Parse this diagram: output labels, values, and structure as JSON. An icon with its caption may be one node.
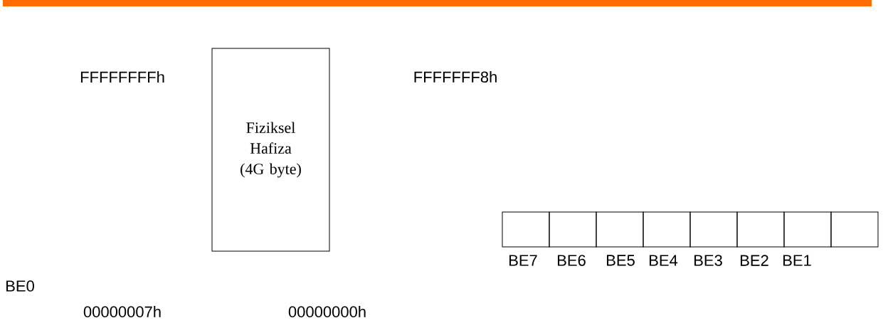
{
  "diagram": {
    "nodes": [
      {
        "text": [
          "Fiziksel Hafiza (4G byte)"
        ]
      },
      {
        "text": [],
        "shape": "box"
      },
      {
        "text": [],
        "shape": "box"
      },
      {
        "text": [],
        "shape": "box"
      },
      {
        "text": [],
        "shape": "box"
      },
      {
        "text": [],
        "shape": "box"
      },
      {
        "text": [],
        "shape": "box"
      },
      {
        "text": [],
        "shape": "box"
      },
      {
        "text": [],
        "shape": "box"
      }
    ],
    "labels": [
      "FFFFFFFFh",
      "FFFFFFF8h",
      "BE7",
      "BE6",
      "BE5",
      "BE4",
      "BE3",
      "BE2",
      "BE1",
      "BE0",
      "00000007h",
      "00000000h"
    ]
  }
}
